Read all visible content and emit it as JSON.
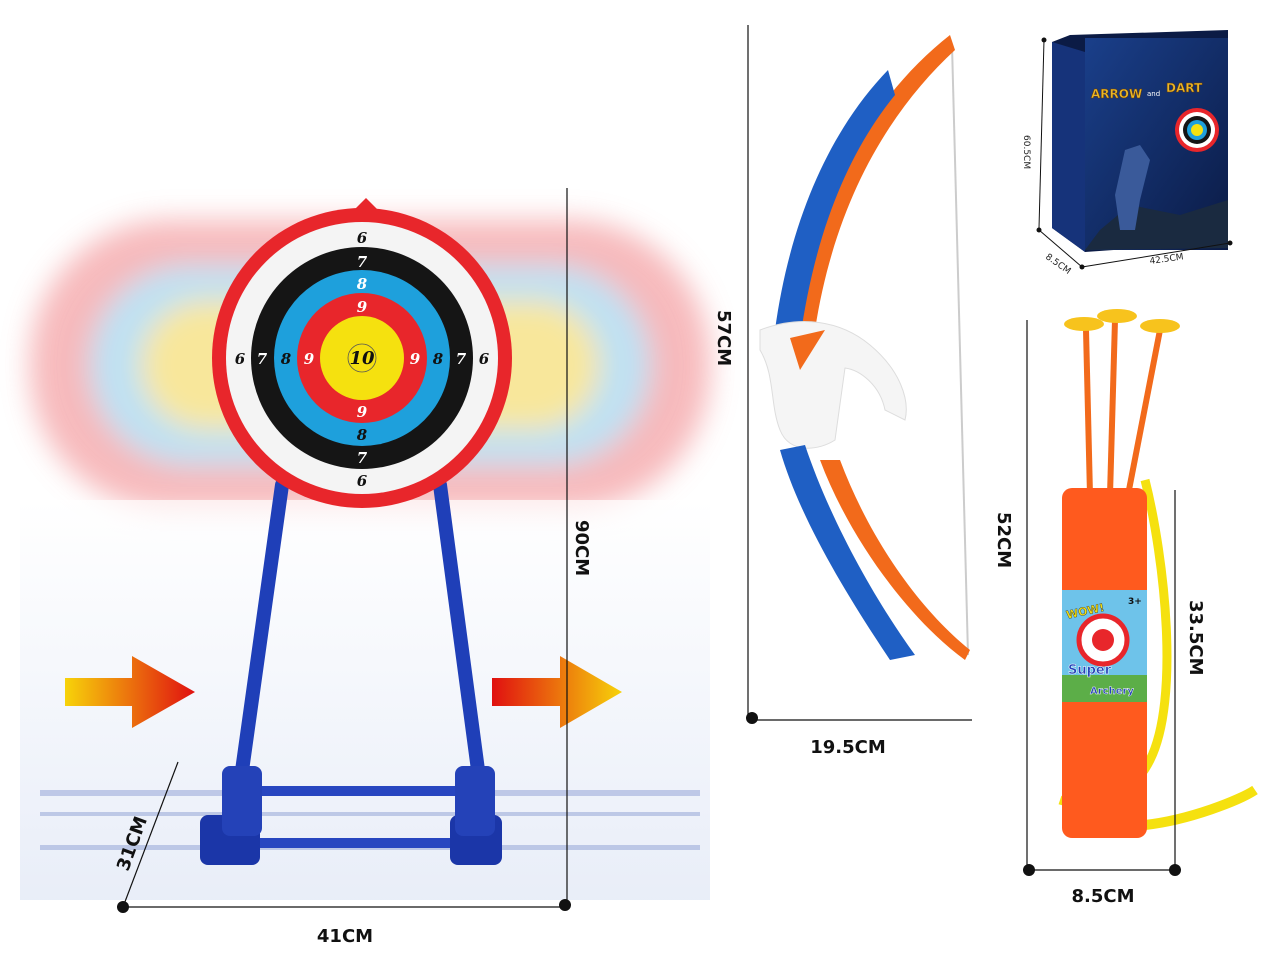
{
  "target": {
    "ring_labels": [
      "6",
      "7",
      "8",
      "9",
      "10"
    ],
    "height_label": "90CM",
    "width_label": "41CM",
    "depth_label": "31CM"
  },
  "bow": {
    "height_label": "57CM",
    "width_label": "19.5CM"
  },
  "box": {
    "title_left": "ARROW",
    "title_mid": "and",
    "title_right": "DART",
    "height_label": "60.5CM",
    "depth_label": "8.5CM",
    "width_label": "42.5CM"
  },
  "quiver": {
    "badge_wow": "WOW!",
    "badge_age": "3+",
    "brand_line1": "Super",
    "brand_line2": "Archery",
    "height_label": "52CM",
    "body_label": "33.5CM",
    "width_label": "8.5CM"
  },
  "colors": {
    "red": "#e8262b",
    "blue": "#1f5fc4",
    "yellow": "#f5e10f",
    "orange": "#f26a1b",
    "cyan": "#1ea0dc"
  }
}
